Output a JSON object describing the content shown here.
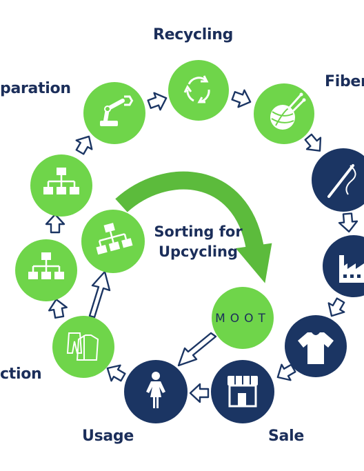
{
  "colors": {
    "green": "#6fd54a",
    "navy": "#1b3563",
    "arrow_green": "#5cbb3c"
  },
  "labels": {
    "recycling": "Recycling",
    "separation": "paration",
    "fiber": "Fiber",
    "collection": "ction",
    "usage": "Usage",
    "sale": "Sale"
  },
  "center": {
    "line1": "Sorting for",
    "line2": "Upcycling"
  },
  "moot": "MOOT",
  "nodes": [
    {
      "name": "recycling",
      "icon": "recycle-arrows-icon",
      "color": "green"
    },
    {
      "name": "fiber",
      "icon": "yarn-ball-icon",
      "color": "green"
    },
    {
      "name": "sewing",
      "icon": "needle-thread-icon",
      "color": "navy"
    },
    {
      "name": "production",
      "icon": "factory-icon",
      "color": "navy"
    },
    {
      "name": "garment",
      "icon": "tshirt-icon",
      "color": "navy"
    },
    {
      "name": "sale",
      "icon": "storefront-icon",
      "color": "navy"
    },
    {
      "name": "usage",
      "icon": "person-icon",
      "color": "navy"
    },
    {
      "name": "collection",
      "icon": "clothes-icon",
      "color": "green"
    },
    {
      "name": "sorting-1",
      "icon": "hierarchy-icon",
      "color": "green"
    },
    {
      "name": "sorting-2",
      "icon": "hierarchy-icon",
      "color": "green"
    },
    {
      "name": "separation",
      "icon": "robot-arm-icon",
      "color": "green"
    },
    {
      "name": "upcycling-sort",
      "icon": "hierarchy-icon",
      "color": "green"
    },
    {
      "name": "moot",
      "icon": "",
      "color": "green"
    }
  ]
}
